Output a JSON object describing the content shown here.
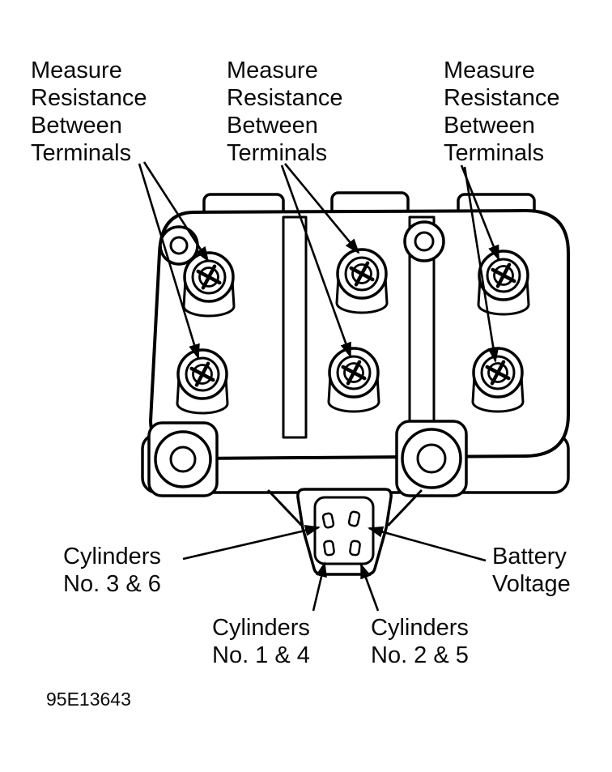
{
  "figure_code": "95E13643",
  "colors": {
    "ink": "#000000",
    "paper": "#ffffff"
  },
  "annotations": {
    "measure_left": "Measure\nResistance\nBetween\nTerminals",
    "measure_center": "Measure\nResistance\nBetween\nTerminals",
    "measure_right": "Measure\nResistance\nBetween\nTerminals",
    "cylinders_3_6": "Cylinders\nNo. 3 & 6",
    "cylinders_1_4": "Cylinders\nNo. 1 & 4",
    "cylinders_2_5": "Cylinders\nNo. 2 & 5",
    "battery_voltage": "Battery\nVoltage"
  },
  "diagram": {
    "subject": "ignition-coil-pack",
    "terminal_count": 6,
    "connector_pin_count": 4
  }
}
